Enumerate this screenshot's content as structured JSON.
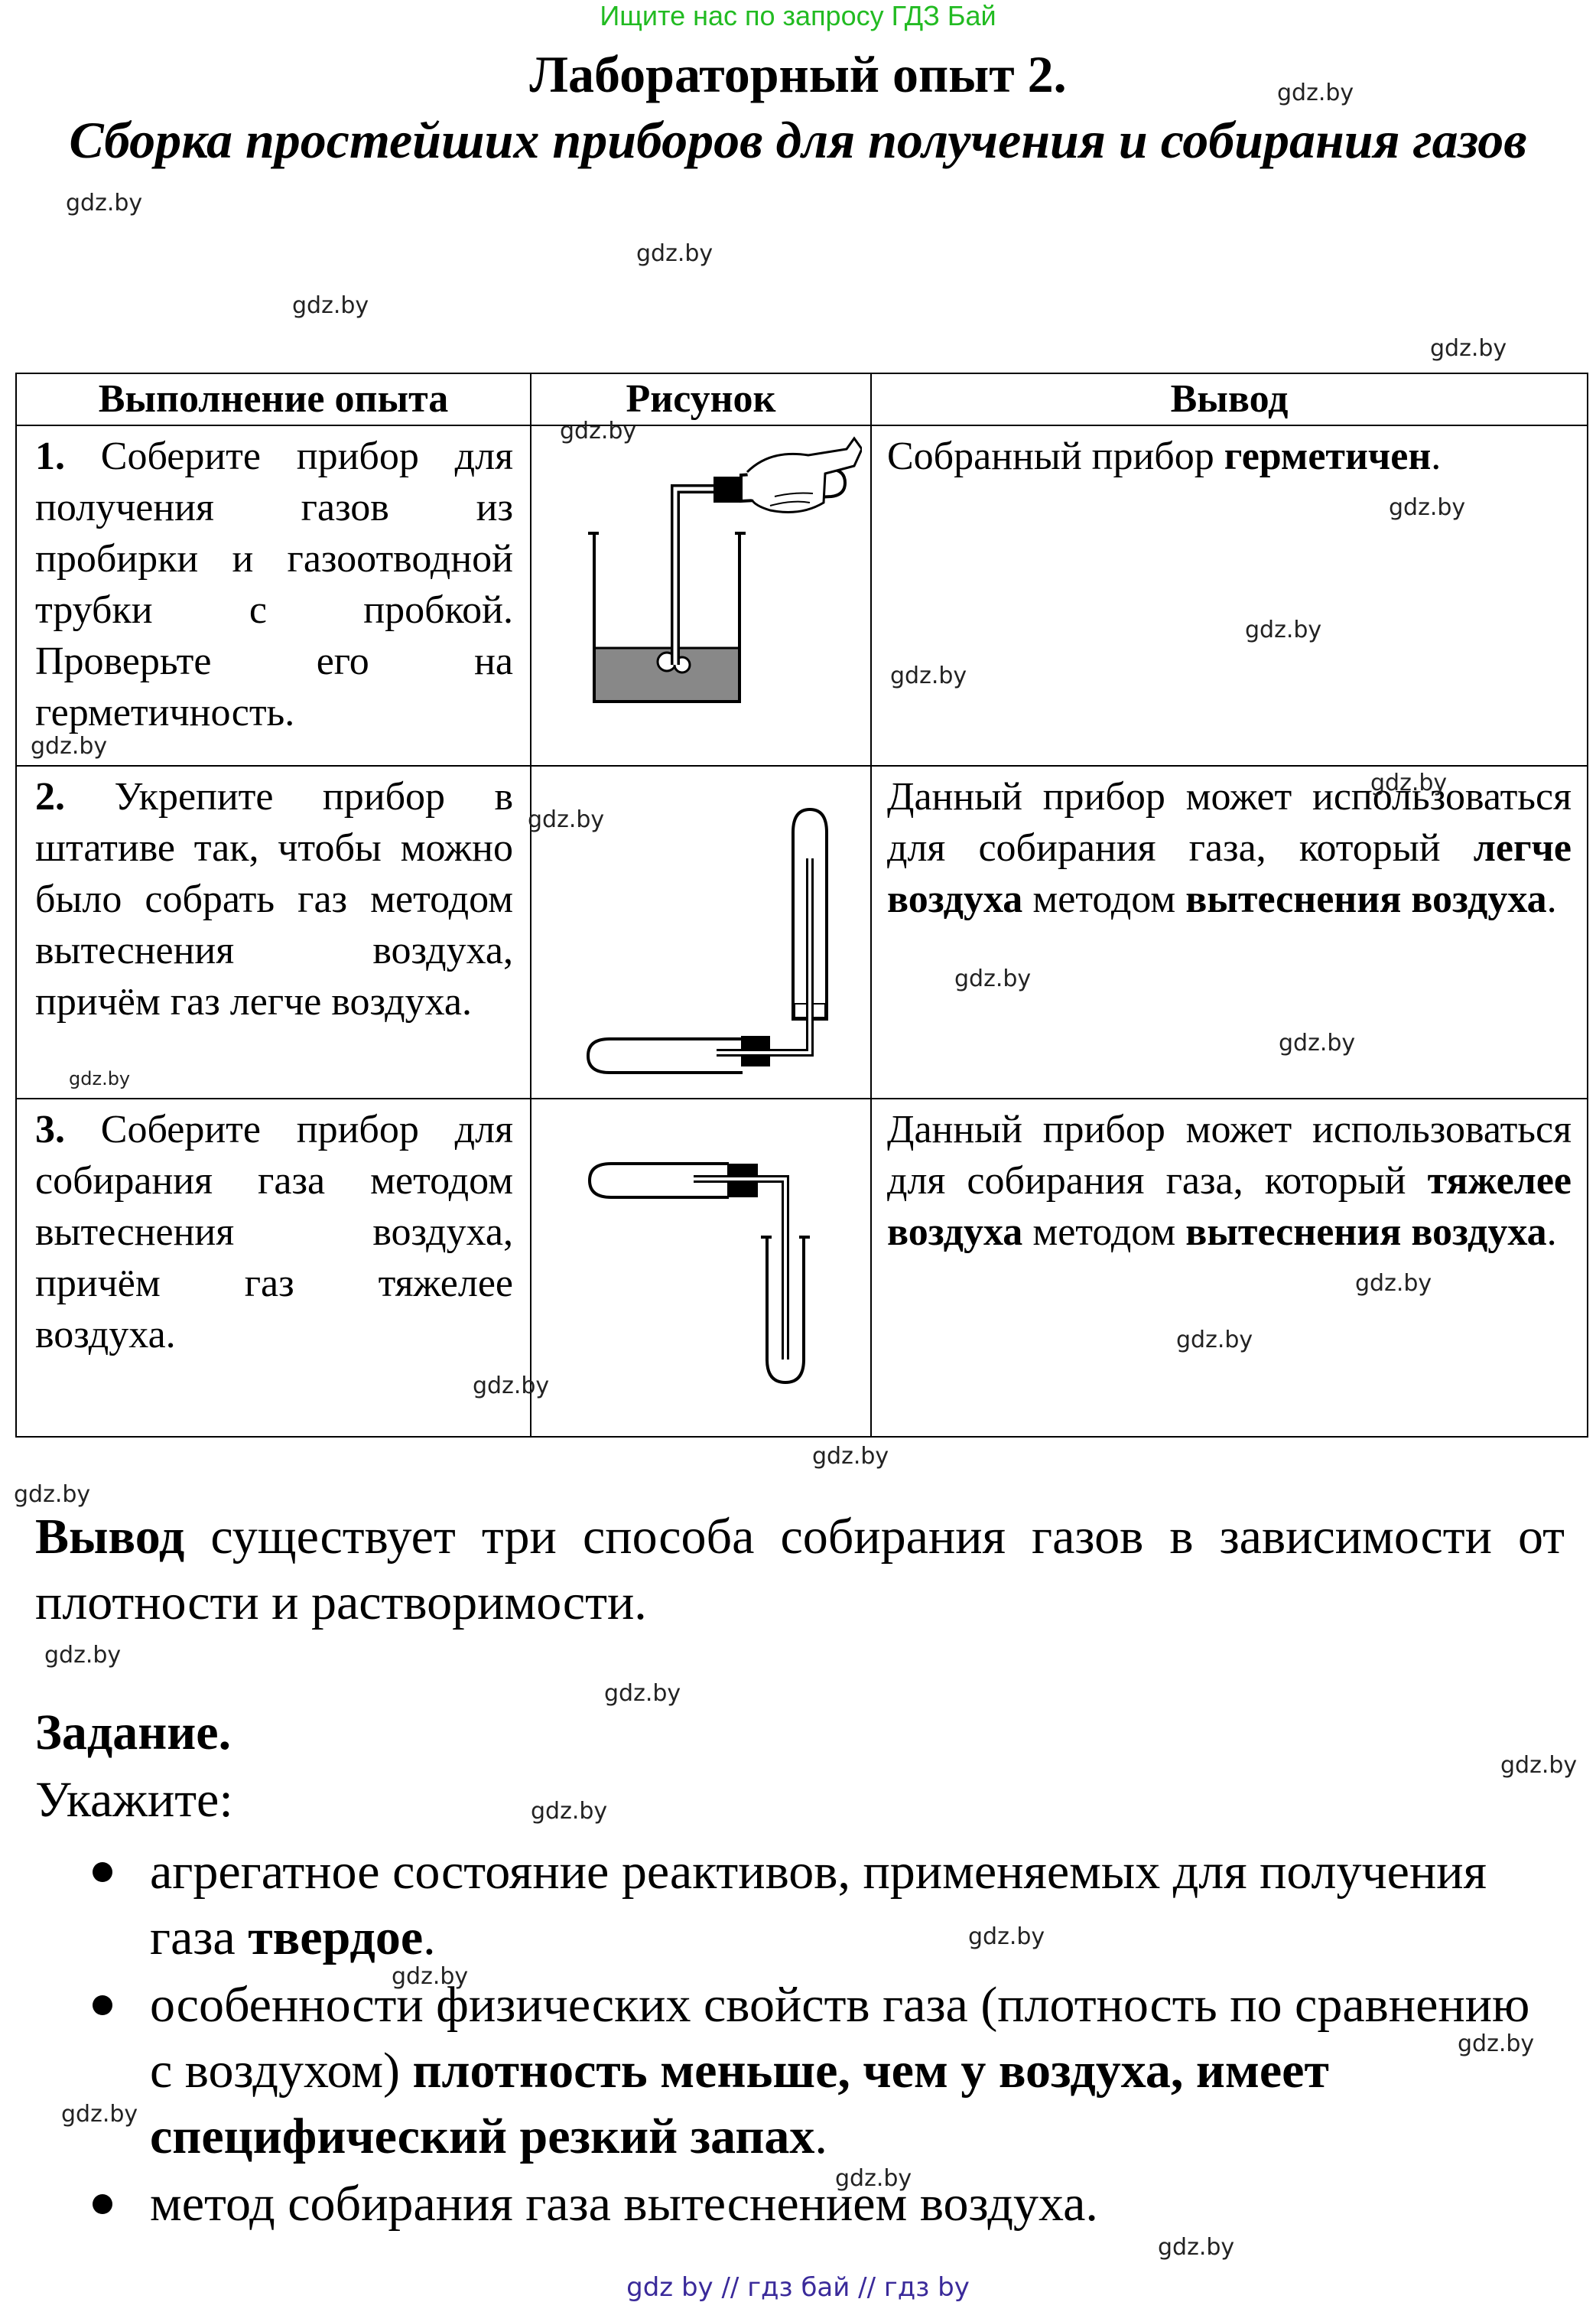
{
  "banner": "Ищите нас по запросу ГДЗ Бай",
  "title": "Лабораторный опыт 2.",
  "subtitle": "Сборка простейших приборов для получения и собирания газов",
  "table": {
    "headers": [
      "Выполнение опыта",
      "Рисунок",
      "Вывод"
    ],
    "rows": [
      {
        "num": "1.",
        "step": "Соберите прибор для получения газов из пробирки и газоотводной трубки с пробкой. Проверьте его на герметичность.",
        "figure": "test-tube-in-hand-with-gas-tube-into-beaker-of-water",
        "c1": "Собранный прибор ",
        "c1b": "герметичен",
        "c2": ".",
        "c2b": "",
        "c3": "",
        "c3b": "",
        "c4": ""
      },
      {
        "num": "2.",
        "step": "Укрепите прибор в штативе так, чтобы можно было собрать газ методом вытеснения воздуха, причём газ легче воздуха.",
        "figure": "horizontal-tube-with-bent-tube-into-inverted-test-tube",
        "c1": "Данный прибор может использоваться для собирания газа, который ",
        "c1b": "легче воздуха",
        "c2": " методом ",
        "c2b": "вытеснения воздуха",
        "c3": ".",
        "c3b": "",
        "c4": ""
      },
      {
        "num": "3.",
        "step": "Соберите прибор для собирания газа методом вытеснения воздуха, причём газ тяжелее воздуха.",
        "figure": "horizontal-tube-with-bent-tube-into-upright-test-tube",
        "c1": "Данный прибор может использоваться для собирания газа, который ",
        "c1b": "тяжелее воздуха",
        "c2": " методом ",
        "c2b": "вытеснения воздуха",
        "c3": ".",
        "c3b": "",
        "c4": ""
      }
    ]
  },
  "conclusion": {
    "label": "Вывод",
    "text": " существует три способа собирания газов в зависимости от плотности и растворимости."
  },
  "task": {
    "heading": "Задание.",
    "intro": "Укажите:",
    "items": [
      {
        "text": "агрегатное состояние реактивов, применяемых для получения газа ",
        "bold": "твердое",
        "tail": "."
      },
      {
        "text": "особенности физических свойств газа (плотность по сравнению с воздухом) ",
        "bold": "плотность меньше, чем у воздуха, имеет специфический резкий запах",
        "tail": "."
      },
      {
        "text": "метод собирания газа вытеснением воздуха.",
        "bold": "",
        "tail": ""
      }
    ]
  },
  "watermark": "gdz.by",
  "footer": "gdz by  //  гдз бай  //  гдз by",
  "colors": {
    "banner": "#22bb22",
    "footer": "#3a2a9a",
    "water": "#888888"
  }
}
